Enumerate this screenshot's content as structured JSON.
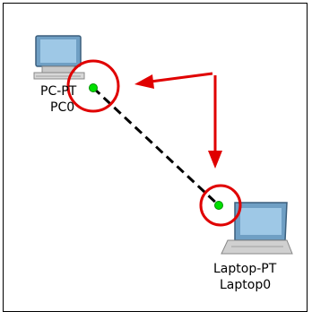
{
  "devices": [
    {
      "model": "PC-PT",
      "name": "PC0",
      "icon": "desktop-pc-icon"
    },
    {
      "model": "Laptop-PT",
      "name": "Laptop0",
      "icon": "laptop-icon"
    }
  ],
  "link": {
    "type": "crossover-cable",
    "status": "up",
    "status_color": "#00e000",
    "cable_color": "#000000"
  },
  "annotations": {
    "color": "#e00000"
  }
}
